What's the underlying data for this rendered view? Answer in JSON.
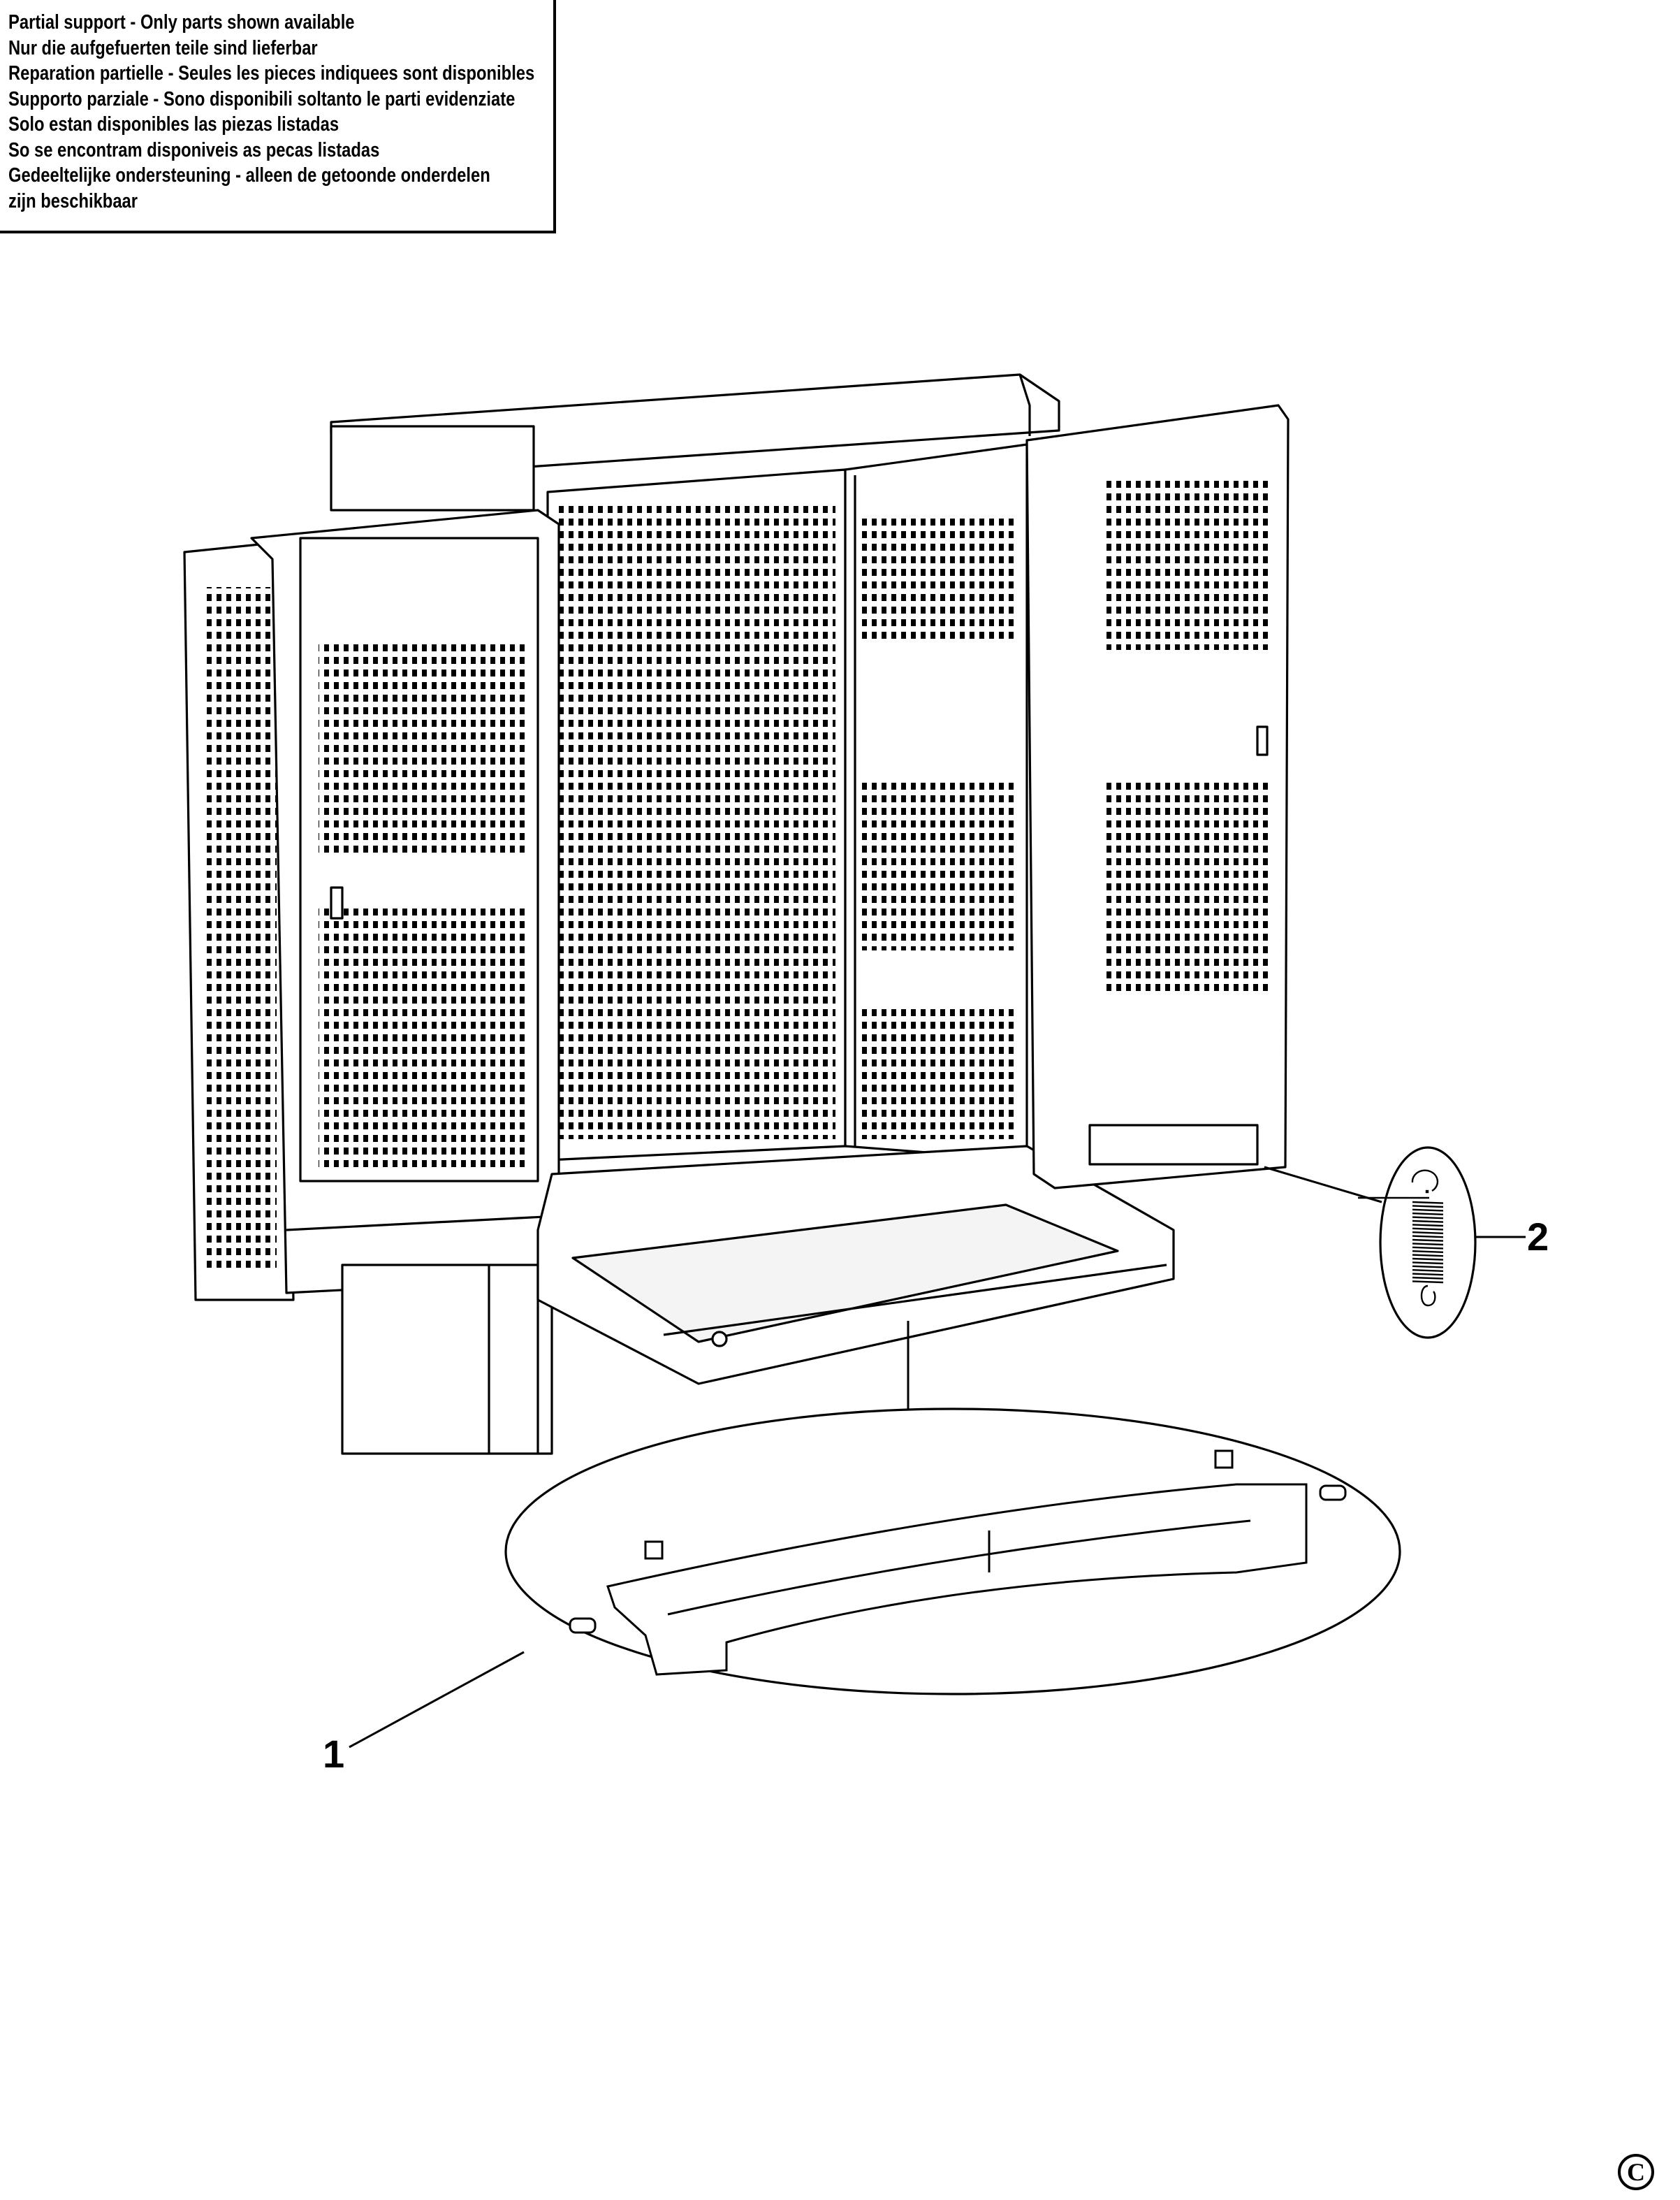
{
  "notice": {
    "lines": [
      "Partial support - Only parts shown available",
      "Nur die aufgefuerten teile sind lieferbar",
      "Reparation partielle - Seules les pieces indiquees sont disponibles",
      "Supporto parziale - Sono disponibili soltanto le parti evidenziate",
      "Solo estan disponibles las piezas listadas",
      "So se encontram disponiveis as pecas listadas",
      "Gedeeltelijke ondersteuning - alleen de getoonde onderdelen",
      "zijn beschikbaar"
    ]
  },
  "callouts": {
    "part1": "1",
    "part2": "2"
  },
  "copyright": "C"
}
